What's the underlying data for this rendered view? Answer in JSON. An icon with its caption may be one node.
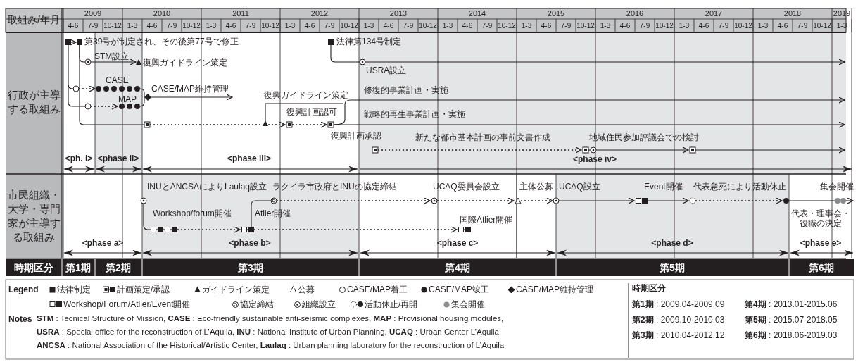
{
  "diagram": {
    "labels": [
      "取組み/年月",
      "2009",
      "2010",
      "2011",
      "2012",
      "2013",
      "2014",
      "2015",
      "2016",
      "2017",
      "2018",
      "2019",
      "4-6",
      "7-9",
      "10-12",
      "1-3",
      "4-6",
      "7-9",
      "10-12",
      "1-3",
      "4-6",
      "7-9",
      "10-12",
      "1-3",
      "4-6",
      "7-9",
      "10-12",
      "1-3",
      "4-6",
      "7-9",
      "10-12",
      "1-3",
      "4-6",
      "7-9",
      "10-12",
      "1-3",
      "4-6",
      "7-9",
      "10-12",
      "1-3",
      "4-6",
      "7-9",
      "10-12",
      "1-3",
      "4-6",
      "7-9",
      "10-12",
      "1-3",
      "4-6",
      "7-9",
      "10-12",
      "1-3",
      "行政が主導する取組み",
      "第39号が制定され、その後第77号で修正",
      "法律第134号制定",
      "STM設立",
      "復興ガイドライン策定",
      "USRA設立",
      "CASE",
      "CASE/MAP維持管理",
      "修復的事業計画・実施",
      "MAP",
      "復興ガイドライン策定",
      "復興計画認可",
      "戦略的再生事業計画・実施",
      "復興計画承認",
      "新たな都市基本計画の事前文書作成",
      "地域住民参加評議会での検討",
      "<ph. i>",
      "<phase ii>",
      "<phase iii>",
      "<phase iv>",
      "市民組織・大学・専門家が主導する取組み",
      "INUとANCSAによりLaulaq設立",
      "ラクイラ市政府とINUの協定締結",
      "UCAQ委員会設立",
      "主体公募",
      "UCAQ設立",
      "Event開催",
      "代表急死により活動休止",
      "集会開催",
      "Workshop/forum開催",
      "Atlier開催",
      "代表・理事会・役職の決定",
      "国際Atlier開催",
      "<phase a>",
      "<phase b>",
      "<phase c>",
      "<phase d>",
      "<phase e>",
      "時期区分",
      "第1期",
      "第2期",
      "第3期",
      "第4期",
      "第5期",
      "第6期",
      "Legend",
      "Notes",
      "**STM** : Tecnical Structure of Mission, **CASE** : Eco-friendly sustainable anti-seismic complexes, **MAP** : Provisional housing modules,",
      "**USRA** : Special office for the reconstruction of L’Aquila, **INU** : National Institute of Urban Planning, **UCAQ** : Urban Center L’Aquila",
      "**ANCSA** : National Association of the Historical/Artistic Center, **Laulaq** : Urban planning laboratory for the reconstruction of L’Aquila",
      "時期区分",
      "**第1期** : 2009.04-2009.09",
      "**第4期** : 2013.01-2015.06",
      "**第2期** : 2009.10-2010.03",
      "**第5期** : 2015.07-2018.05",
      "**第3期** : 2010.04-2012.12",
      "**第6期** : 2018.06-2019.03"
    ],
    "legend": [
      {
        "text": "法律制定"
      },
      {
        "text": "計画策定/承認"
      },
      {
        "text": "ガイドライン策定"
      },
      {
        "text": "公募"
      },
      {
        "text": "CASE/MAP着工"
      },
      {
        "text": "CASE/MAP竣工"
      },
      {
        "text": "CASE/MAP維持管理"
      },
      {
        "text": "Workshop/Forum/Atlier/Event開催"
      },
      {
        "text": "協定締結"
      },
      {
        "text": "組織設立"
      },
      {
        "text": "活動休止/再開"
      },
      {
        "text": "集会開催"
      }
    ]
  }
}
